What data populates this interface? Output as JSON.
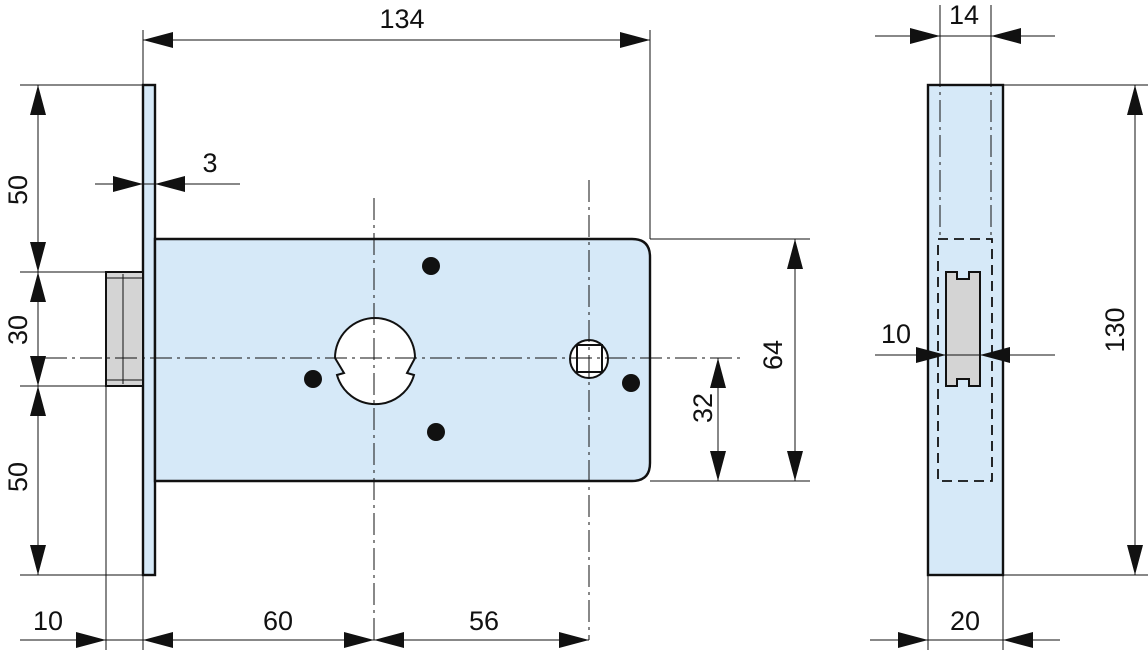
{
  "drawing": {
    "colors": {
      "body": "#d6e9f8",
      "bolt": "#d4d4d4",
      "line": "#111111",
      "background": "#ffffff"
    },
    "dimensions": {
      "overall_length": "134",
      "faceplate_thickness": "3",
      "top_offset": "50",
      "bolt_height": "30",
      "bottom_offset": "50",
      "body_height": "64",
      "spindle_height": "32",
      "bolt_projection": "10",
      "backset": "60",
      "spindle_distance": "56",
      "side_top_width": "14",
      "side_bolt_width": "10",
      "faceplate_height": "130",
      "side_width": "20"
    }
  }
}
